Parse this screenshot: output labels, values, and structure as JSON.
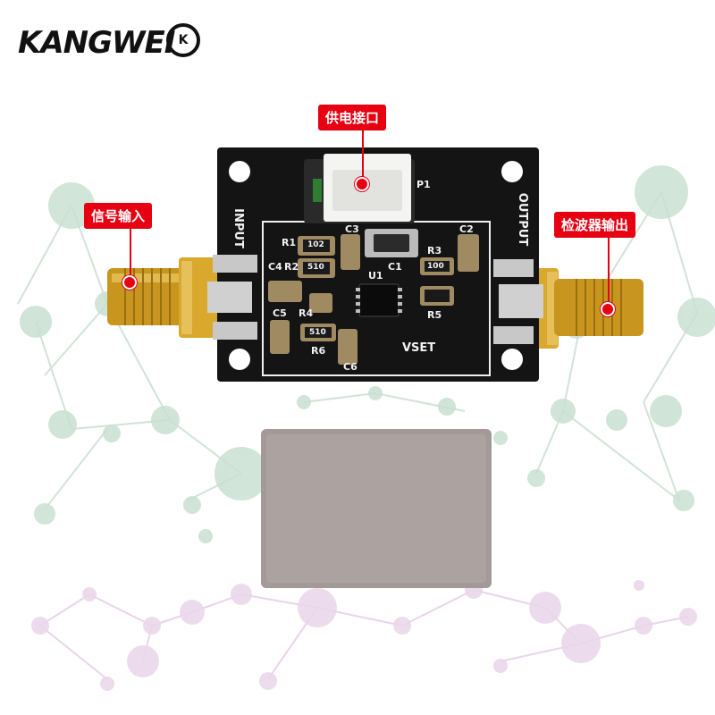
{
  "brand": {
    "logo_text": "KANGWEI",
    "logo_badge": "K"
  },
  "callouts": {
    "power": "供电接口",
    "input": "信号输入",
    "output": "检波器输出"
  },
  "board": {
    "input_label": "INPUT",
    "output_label": "OUTPUT",
    "vset_label": "VSET",
    "u1_label": "U1",
    "p1_label": "P1",
    "component_labels": [
      "R1",
      "C4",
      "R2",
      "C5",
      "R4",
      "R6",
      "R3",
      "C1",
      "R5",
      "C2",
      "C3",
      "C6"
    ],
    "resistor_marks": [
      "102",
      "510",
      "510",
      "100"
    ]
  },
  "colors": {
    "accent": "#e60012",
    "pcb": "#111111",
    "gold": "#d4a017",
    "shield": "#a59a98"
  }
}
